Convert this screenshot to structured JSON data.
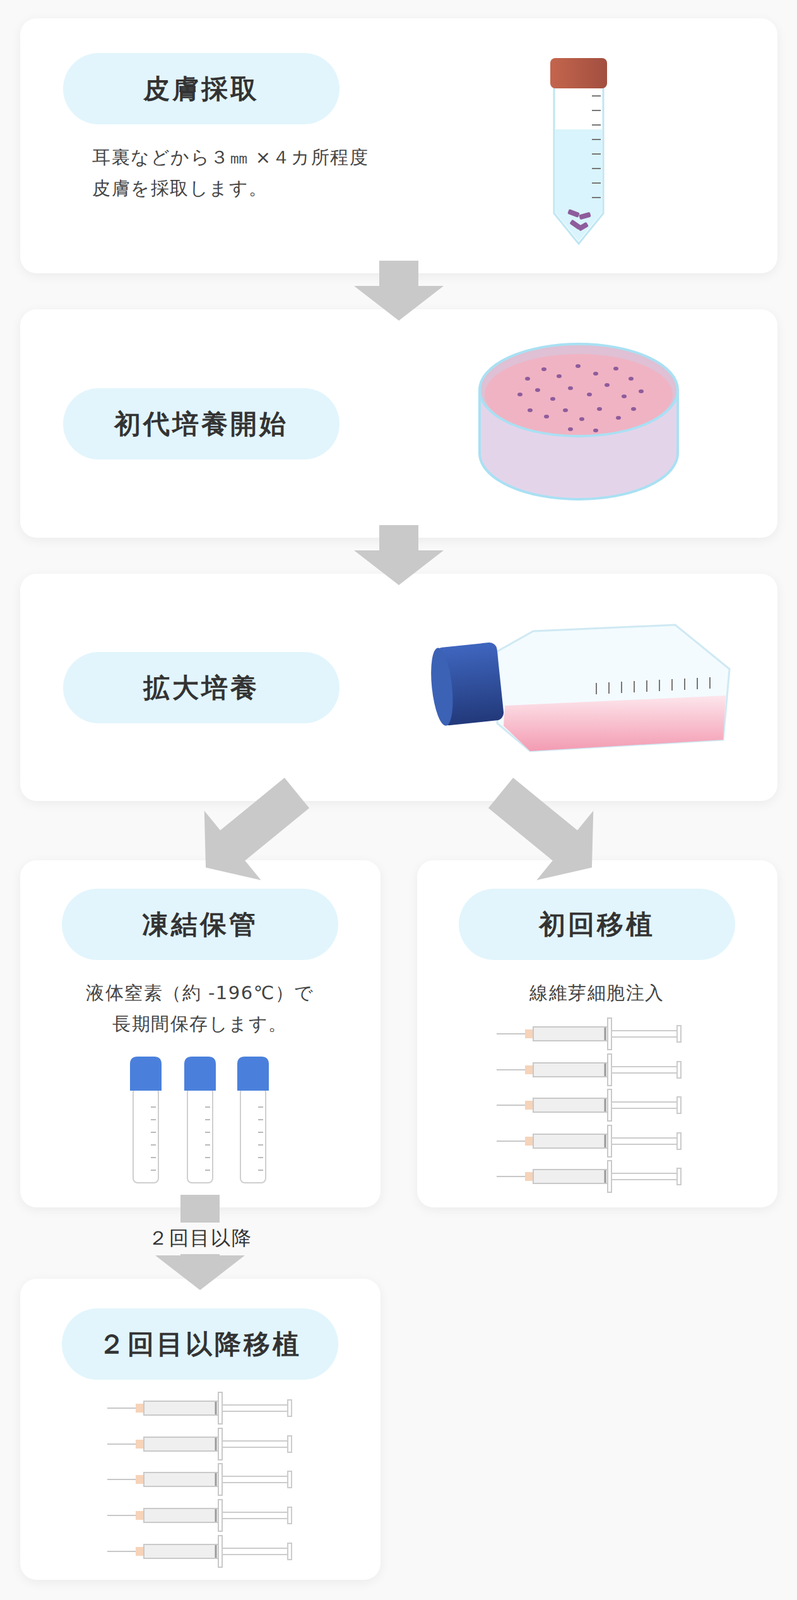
{
  "diagram": {
    "nodes": [
      {
        "text": [
          "皮膚採取",
          "耳裏などから３㎜ ×４カ所程度 皮膚を採取します。"
        ]
      },
      {
        "text": [
          "初代培養開始"
        ]
      },
      {
        "text": [
          "拡大培養"
        ]
      },
      {
        "text": [
          "凍結保管",
          "液体窒素（約 -196℃）で 長期間保存します。"
        ]
      },
      {
        "text": [
          "初回移植",
          "線維芽細胞注入"
        ]
      },
      {
        "text": [
          "２回目以降移植"
        ]
      }
    ],
    "edges": [
      {
        "from": 0,
        "to": 1,
        "arrow": "to"
      },
      {
        "from": 1,
        "to": 2,
        "arrow": "to"
      },
      {
        "from": 2,
        "to": 3,
        "arrow": "to"
      },
      {
        "from": 2,
        "to": 4,
        "arrow": "to"
      },
      {
        "from": 3,
        "to": 5,
        "label": "２回目以降",
        "arrow": "to"
      }
    ]
  }
}
